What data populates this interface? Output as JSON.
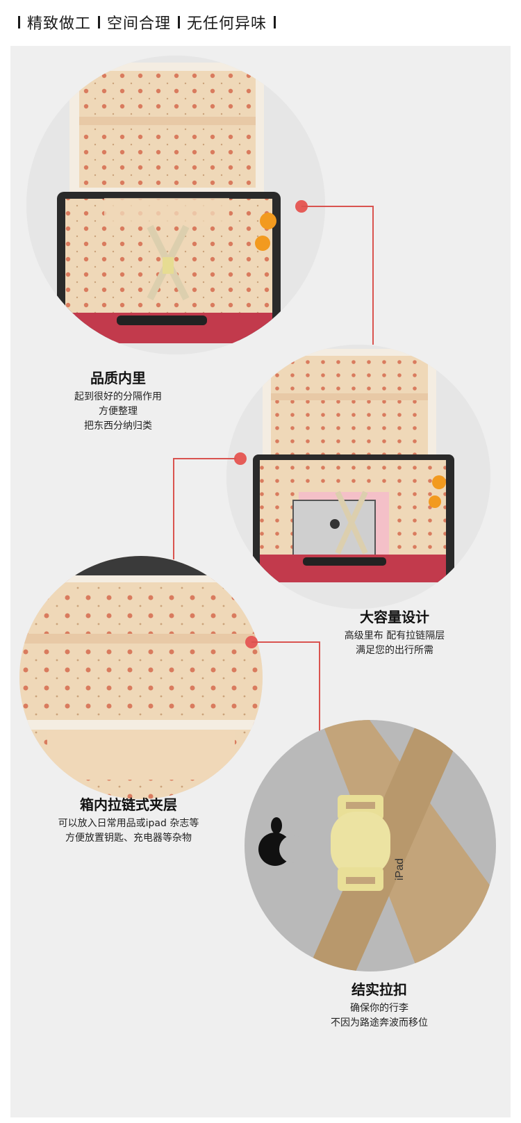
{
  "header": {
    "items": [
      "精致做工",
      "空间合理",
      "无任何异味"
    ]
  },
  "features": [
    {
      "title": "品质内里",
      "lines": [
        "起到很好的分隔作用",
        "方便整理",
        "把东西分纳归类"
      ]
    },
    {
      "title": "大容量设计",
      "lines": [
        "高级里布 配有拉链隔层",
        "满足您的出行所需"
      ]
    },
    {
      "title": "箱内拉链式夹层",
      "lines": [
        "可以放入日常用品或ipad 杂志等",
        "方便放置钥匙、充电器等杂物"
      ]
    },
    {
      "title": "结实拉扣",
      "lines": [
        "确保你的行李",
        "不因为路途奔波而移位"
      ]
    }
  ],
  "ipad": {
    "label": "iPad"
  },
  "colors": {
    "accent_dot": "#e55c58",
    "connector_line": "#d9534f",
    "lining": "#efd5b0",
    "suitcase_shell": "#c23a4c"
  }
}
